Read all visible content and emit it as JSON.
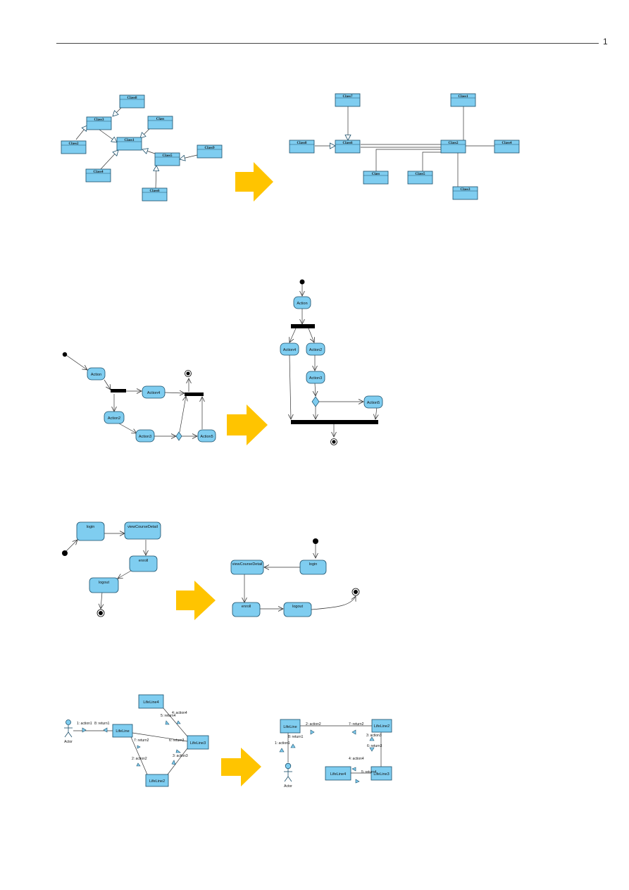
{
  "page": {
    "number": "1"
  },
  "colors": {
    "node_fill": "#7fcdf0",
    "node_stroke": "#1b4f6a",
    "arrow": "#ffc400",
    "line": "#333333",
    "black": "#000000"
  },
  "class_diagram": {
    "before": {
      "classes": [
        {
          "id": "c8",
          "label": "Class8"
        },
        {
          "id": "c3",
          "label": "Class3"
        },
        {
          "id": "cc",
          "label": "Class"
        },
        {
          "id": "c2",
          "label": "Class2"
        },
        {
          "id": "c1",
          "label": "Class1"
        },
        {
          "id": "c9",
          "label": "Class9"
        },
        {
          "id": "c5",
          "label": "Class5"
        },
        {
          "id": "c4",
          "label": "Class4"
        },
        {
          "id": "c6",
          "label": "Class6"
        }
      ]
    },
    "after": {
      "classes": [
        {
          "id": "a1",
          "label": "Class7"
        },
        {
          "id": "a2",
          "label": "Class1"
        },
        {
          "id": "a3",
          "label": "Class8"
        },
        {
          "id": "a4",
          "label": "Class6"
        },
        {
          "id": "a5",
          "label": "Class2"
        },
        {
          "id": "a6",
          "label": "Class4"
        },
        {
          "id": "a7",
          "label": "Class"
        },
        {
          "id": "a8",
          "label": "Class5"
        },
        {
          "id": "a9",
          "label": "Class3"
        }
      ]
    }
  },
  "activity_diagram": {
    "before": {
      "actions": [
        {
          "id": "b1",
          "label": "Action"
        },
        {
          "id": "b2",
          "label": "Action4"
        },
        {
          "id": "b3",
          "label": "Action2"
        },
        {
          "id": "b4",
          "label": "Action3"
        },
        {
          "id": "b5",
          "label": "Action5"
        }
      ]
    },
    "after": {
      "actions": [
        {
          "id": "c1",
          "label": "Action"
        },
        {
          "id": "c2",
          "label": "Action4"
        },
        {
          "id": "c3",
          "label": "Action2"
        },
        {
          "id": "c4",
          "label": "Action3"
        },
        {
          "id": "c5",
          "label": "Action5"
        }
      ]
    }
  },
  "state_diagram": {
    "before": {
      "states": [
        {
          "id": "s1",
          "label": "login"
        },
        {
          "id": "s2",
          "label": "viewCourseDetail"
        },
        {
          "id": "s3",
          "label": "enroll"
        },
        {
          "id": "s4",
          "label": "logout"
        }
      ]
    },
    "after": {
      "states": [
        {
          "id": "t1",
          "label": "viewCourseDetail"
        },
        {
          "id": "t2",
          "label": "login"
        },
        {
          "id": "t3",
          "label": "enroll"
        },
        {
          "id": "t4",
          "label": "logout"
        }
      ]
    }
  },
  "communication_diagram": {
    "before": {
      "lifelines": [
        {
          "id": "l4",
          "label": "LifeLine4"
        },
        {
          "id": "l1",
          "label": "LifeLine"
        },
        {
          "id": "l3",
          "label": "LifeLine3"
        },
        {
          "id": "l2",
          "label": "LifeLine2"
        }
      ],
      "actor": "Actor",
      "messages": [
        {
          "id": "m1",
          "label": "1: action1"
        },
        {
          "id": "m2",
          "label": "8: return1"
        },
        {
          "id": "m3",
          "label": "4: action4"
        },
        {
          "id": "m4",
          "label": "5: return4"
        },
        {
          "id": "m5",
          "label": "7: return2"
        },
        {
          "id": "m6",
          "label": "6: return3"
        },
        {
          "id": "m7",
          "label": "2: action2"
        },
        {
          "id": "m8",
          "label": "3: action3"
        }
      ]
    },
    "after": {
      "lifelines": [
        {
          "id": "k1",
          "label": "LifeLine"
        },
        {
          "id": "k2",
          "label": "LifeLine2"
        },
        {
          "id": "k4",
          "label": "LifeLine4"
        },
        {
          "id": "k3",
          "label": "LifeLine3"
        }
      ],
      "actor": "Actor",
      "messages": [
        {
          "id": "n1",
          "label": "2: action2"
        },
        {
          "id": "n2",
          "label": "7: return2"
        },
        {
          "id": "n3",
          "label": "8: return1"
        },
        {
          "id": "n4",
          "label": "1: action1"
        },
        {
          "id": "n5",
          "label": "3: action3"
        },
        {
          "id": "n6",
          "label": "6: return3"
        },
        {
          "id": "n7",
          "label": "4: action4"
        },
        {
          "id": "n8",
          "label": "5: return4"
        }
      ]
    }
  }
}
